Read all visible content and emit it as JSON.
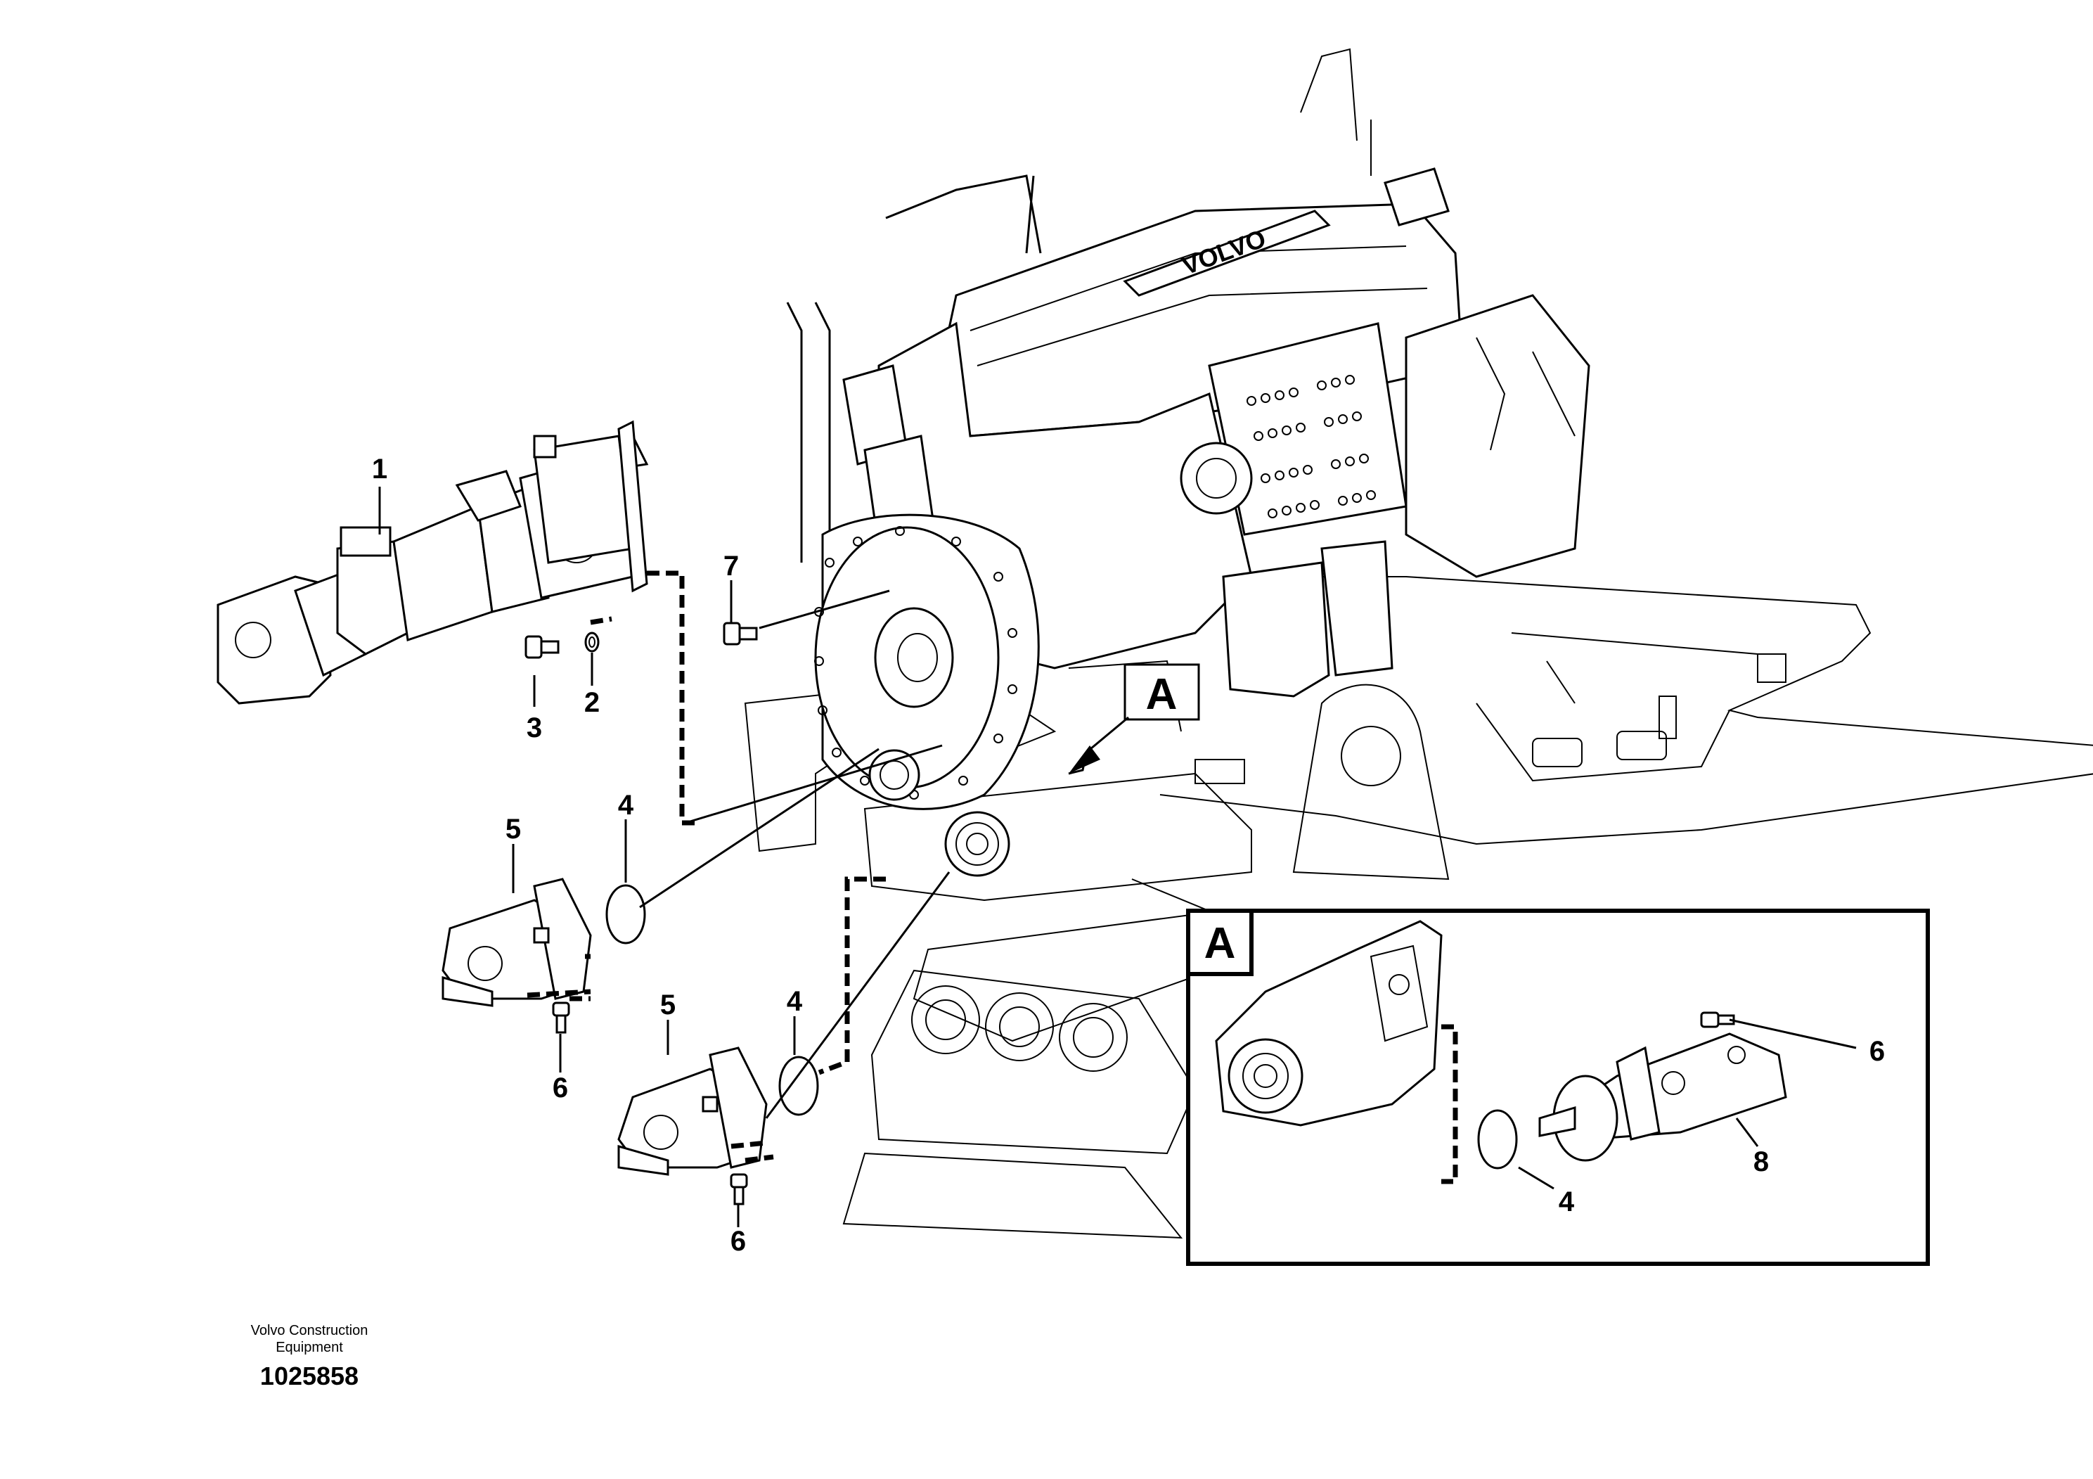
{
  "figure": {
    "view_marker": "A",
    "detail_label": "A",
    "brand_plate": "VOLVO",
    "callouts": {
      "c1": "1",
      "c2": "2",
      "c3": "3",
      "c4a": "4",
      "c4b": "4",
      "c4c": "4",
      "c5a": "5",
      "c5b": "5",
      "c6a": "6",
      "c6b": "6",
      "c6c": "6",
      "c7": "7",
      "c8": "8"
    }
  },
  "footer": {
    "company_line1": "Volvo Construction",
    "company_line2": "Equipment",
    "drawing_number": "1025858"
  }
}
